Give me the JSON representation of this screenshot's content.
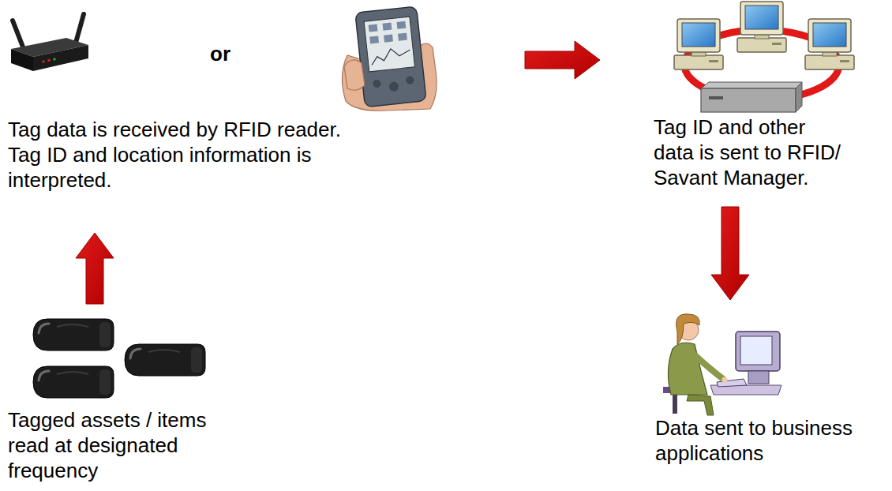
{
  "diagram": {
    "nodes": [
      {
        "text": [
          "Tag data is received by RFID reader. Tag ID and location information is interpreted."
        ]
      },
      {
        "text": [
          "Tag ID and other data is sent to RFID/ Savant Manager."
        ]
      },
      {
        "text": [
          "Tagged assets / items read at designated frequency"
        ]
      },
      {
        "text": [
          "Data sent to business applications"
        ]
      }
    ],
    "edges": [
      {
        "from": 2,
        "to": 0,
        "arrow": "to"
      },
      {
        "from": 0,
        "to": 1,
        "arrow": "to"
      },
      {
        "from": 1,
        "to": 3,
        "arrow": "to"
      }
    ],
    "labels": [
      "or"
    ]
  }
}
